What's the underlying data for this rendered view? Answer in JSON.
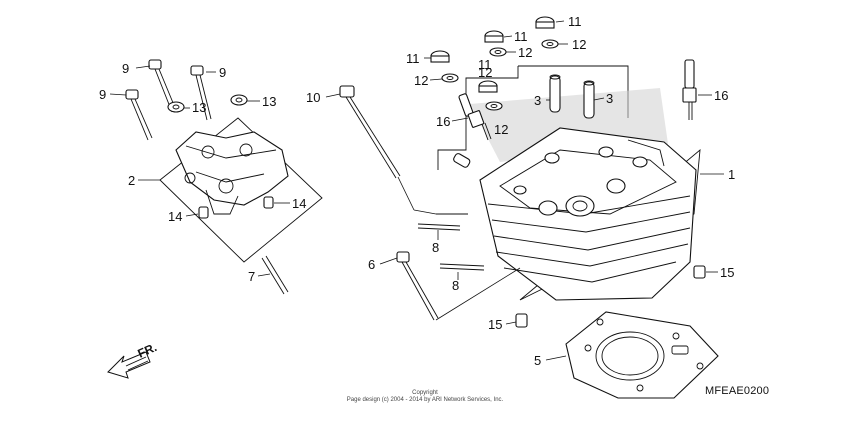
{
  "diagram": {
    "code": "MFEAE0200",
    "direction_label": "FR.",
    "copyright_line1": "Copyright",
    "copyright_line2": "Page design (c) 2004 - 2014 by ARI Network Services, Inc.",
    "callouts": [
      "9",
      "9",
      "9",
      "13",
      "13",
      "2",
      "14",
      "14",
      "7",
      "10",
      "11",
      "12",
      "11",
      "12",
      "11",
      "12",
      "11",
      "12",
      "16",
      "12",
      "3",
      "3",
      "16",
      "1",
      "8",
      "8",
      "6",
      "15",
      "15",
      "5"
    ]
  }
}
